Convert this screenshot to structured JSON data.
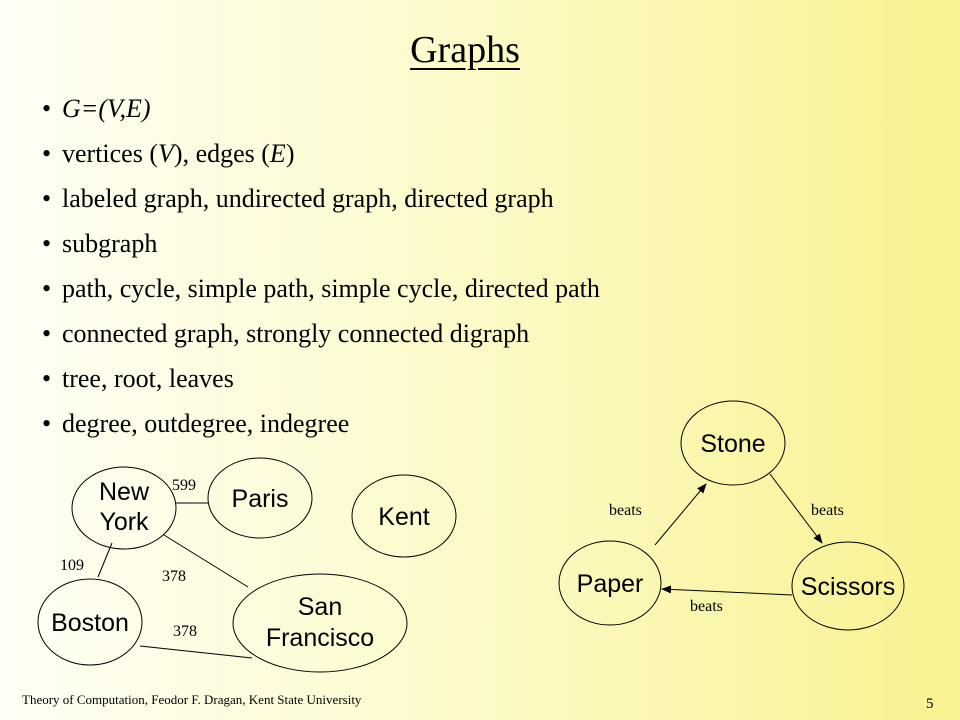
{
  "title": "Graphs",
  "bullets": [
    {
      "parts": [
        {
          "text": "G=(V,E)",
          "italic": true
        }
      ]
    },
    {
      "parts": [
        {
          "text": "vertices (",
          "italic": false
        },
        {
          "text": "V",
          "italic": true
        },
        {
          "text": "), edges (",
          "italic": false
        },
        {
          "text": "E",
          "italic": true
        },
        {
          "text": ")",
          "italic": false
        }
      ]
    },
    {
      "parts": [
        {
          "text": "labeled graph, undirected graph, directed graph",
          "italic": false
        }
      ]
    },
    {
      "parts": [
        {
          "text": "subgraph",
          "italic": false
        }
      ]
    },
    {
      "parts": [
        {
          "text": "path, cycle,  simple path, simple cycle, directed path",
          "italic": false
        }
      ]
    },
    {
      "parts": [
        {
          "text": "connected graph, strongly connected digraph",
          "italic": false
        }
      ]
    },
    {
      "parts": [
        {
          "text": "tree, root, leaves",
          "italic": false
        }
      ]
    },
    {
      "parts": [
        {
          "text": "degree, outdegree, indegree",
          "italic": false
        }
      ]
    }
  ],
  "graph_undirected": {
    "nodes": {
      "new_york": [
        "New",
        "York"
      ],
      "paris": [
        "Paris"
      ],
      "kent": [
        "Kent"
      ],
      "boston": [
        "Boston"
      ],
      "san_francisco": [
        "San",
        "Francisco"
      ]
    },
    "edges": {
      "ny_paris": "599",
      "ny_boston": "109",
      "ny_sf": "378",
      "boston_sf": "378"
    }
  },
  "graph_directed": {
    "nodes": {
      "stone": "Stone",
      "paper": "Paper",
      "scissors": "Scissors"
    },
    "edges": {
      "paper_stone": "beats",
      "stone_scissors": "beats",
      "scissors_paper": "beats"
    }
  },
  "footer": "Theory of Computation, Feodor F. Dragan, Kent State University",
  "page_number": "5"
}
